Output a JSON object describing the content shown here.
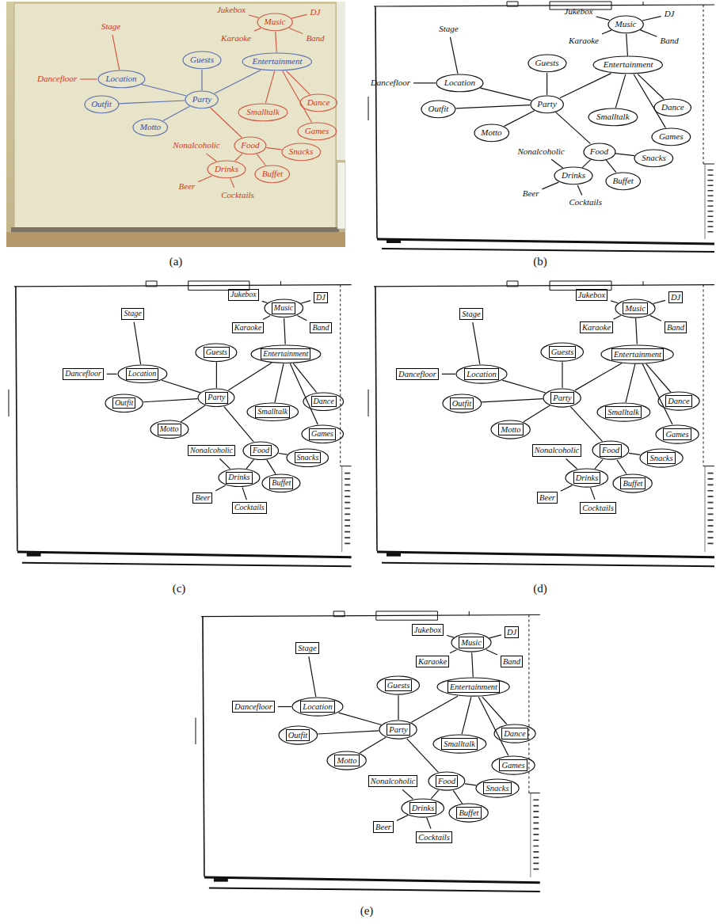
{
  "diagram": {
    "nodes": [
      {
        "text": [
          "(a)"
        ]
      },
      {
        "text": [
          "Jukebox"
        ],
        "in": 0
      },
      {
        "text": [
          "Music"
        ],
        "in": 0
      },
      {
        "text": [
          "DJ"
        ],
        "in": 0
      },
      {
        "text": [
          "Stage"
        ],
        "in": 0
      },
      {
        "text": [
          "Karaoke"
        ],
        "in": 0
      },
      {
        "text": [
          "Band"
        ],
        "in": 0
      },
      {
        "text": [
          "Guests"
        ],
        "in": 0
      },
      {
        "text": [
          "Entertainment"
        ],
        "in": 0
      },
      {
        "text": [
          "Dancefloor"
        ],
        "in": 0
      },
      {
        "text": [
          "Location"
        ],
        "in": 0
      },
      {
        "text": [
          "Outfit"
        ],
        "in": 0
      },
      {
        "text": [
          "Party"
        ],
        "in": 0
      },
      {
        "text": [
          "Dance"
        ],
        "in": 0
      },
      {
        "text": [
          "Smalltalk"
        ],
        "in": 0
      },
      {
        "text": [
          "Motto"
        ],
        "in": 0
      },
      {
        "text": [
          "Games"
        ],
        "in": 0
      },
      {
        "text": [
          "Nonalcoholic"
        ],
        "in": 0
      },
      {
        "text": [
          "Food"
        ],
        "in": 0
      },
      {
        "text": [
          "Snacks"
        ],
        "in": 0
      },
      {
        "text": [
          "Drinks"
        ],
        "in": 0
      },
      {
        "text": [
          "Buffet"
        ],
        "in": 0
      },
      {
        "text": [
          "Beer"
        ],
        "in": 0
      },
      {
        "text": [
          "Cocktails"
        ],
        "in": 0
      },
      {
        "text": [
          "(b)"
        ]
      },
      {
        "text": [
          "Jukebox"
        ],
        "in": 24
      },
      {
        "text": [
          "Music"
        ],
        "in": 24
      },
      {
        "text": [
          "DJ"
        ],
        "in": 24
      },
      {
        "text": [
          "Stage"
        ],
        "in": 24
      },
      {
        "text": [
          "Karaoke"
        ],
        "in": 24
      },
      {
        "text": [
          "Band"
        ],
        "in": 24
      },
      {
        "text": [
          "Guests"
        ],
        "in": 24
      },
      {
        "text": [
          "Entertainment"
        ],
        "in": 24
      },
      {
        "text": [
          "Dancefloor"
        ],
        "in": 24
      },
      {
        "text": [
          "Location"
        ],
        "in": 24
      },
      {
        "text": [
          "Outfit"
        ],
        "in": 24
      },
      {
        "text": [
          "Party"
        ],
        "in": 24
      },
      {
        "text": [
          "Dance"
        ],
        "in": 24
      },
      {
        "text": [
          "Smalltalk"
        ],
        "in": 24
      },
      {
        "text": [
          "Motto"
        ],
        "in": 24
      },
      {
        "text": [
          "Games"
        ],
        "in": 24
      },
      {
        "text": [
          "Nonalcoholic"
        ],
        "in": 24
      },
      {
        "text": [
          "Food"
        ],
        "in": 24
      },
      {
        "text": [
          "Snacks"
        ],
        "in": 24
      },
      {
        "text": [
          "Drinks"
        ],
        "in": 24
      },
      {
        "text": [
          "Buffet"
        ],
        "in": 24
      },
      {
        "text": [
          "Beer"
        ],
        "in": 24
      },
      {
        "text": [
          "Cocktails"
        ],
        "in": 24
      },
      {
        "text": [
          "(c)"
        ]
      },
      {
        "text": [
          "Jukebox"
        ],
        "in": 48
      },
      {
        "text": [
          "Music"
        ],
        "in": 48
      },
      {
        "text": [
          "DJ"
        ],
        "in": 48
      },
      {
        "text": [
          "Stage"
        ],
        "in": 48
      },
      {
        "text": [
          "Karaoke"
        ],
        "in": 48
      },
      {
        "text": [
          "Band"
        ],
        "in": 48
      },
      {
        "text": [
          "Guests"
        ],
        "in": 48
      },
      {
        "text": [
          "Entertainment"
        ],
        "in": 48
      },
      {
        "text": [
          "Dancefloor"
        ],
        "in": 48
      },
      {
        "text": [
          "Location"
        ],
        "in": 48
      },
      {
        "text": [
          "Outfit"
        ],
        "in": 48
      },
      {
        "text": [
          "Party"
        ],
        "in": 48
      },
      {
        "text": [
          "Dance"
        ],
        "in": 48
      },
      {
        "text": [
          "Smalltalk"
        ],
        "in": 48
      },
      {
        "text": [
          "Motto"
        ],
        "in": 48
      },
      {
        "text": [
          "Games"
        ],
        "in": 48
      },
      {
        "text": [
          "Nonalcoholic"
        ],
        "in": 48
      },
      {
        "text": [
          "Food"
        ],
        "in": 48
      },
      {
        "text": [
          "Snacks"
        ],
        "in": 48
      },
      {
        "text": [
          "Drinks"
        ],
        "in": 48
      },
      {
        "text": [
          "Buffet"
        ],
        "in": 48
      },
      {
        "text": [
          "Beer"
        ],
        "in": 48
      },
      {
        "text": [
          "Cocktails"
        ],
        "in": 48
      },
      {
        "text": [
          "(d)"
        ]
      },
      {
        "text": [
          "Jukebox"
        ],
        "in": 72
      },
      {
        "text": [
          "Music"
        ],
        "in": 72
      },
      {
        "text": [
          "DJ"
        ],
        "in": 72
      },
      {
        "text": [
          "Stage"
        ],
        "in": 72
      },
      {
        "text": [
          "Karaoke"
        ],
        "in": 72
      },
      {
        "text": [
          "Band"
        ],
        "in": 72
      },
      {
        "text": [
          "Guests"
        ],
        "in": 72
      },
      {
        "text": [
          "Entertainment"
        ],
        "in": 72
      },
      {
        "text": [
          "Dancefloor"
        ],
        "in": 72
      },
      {
        "text": [
          "Location"
        ],
        "in": 72
      },
      {
        "text": [
          "Outfit"
        ],
        "in": 72
      },
      {
        "text": [
          "Party"
        ],
        "in": 72
      },
      {
        "text": [
          "Dance"
        ],
        "in": 72
      },
      {
        "text": [
          "Smalltalk"
        ],
        "in": 72
      },
      {
        "text": [
          "Motto"
        ],
        "in": 72
      },
      {
        "text": [
          "Games"
        ],
        "in": 72
      },
      {
        "text": [
          "Nonalcoholic"
        ],
        "in": 72
      },
      {
        "text": [
          "Food"
        ],
        "in": 72
      },
      {
        "text": [
          "Snacks"
        ],
        "in": 72
      },
      {
        "text": [
          "Drinks"
        ],
        "in": 72
      },
      {
        "text": [
          "Buffet"
        ],
        "in": 72
      },
      {
        "text": [
          "Beer"
        ],
        "in": 72
      },
      {
        "text": [
          "Cocktails"
        ],
        "in": 72
      },
      {
        "text": [
          "(e)"
        ]
      },
      {
        "text": [
          "Jukebox"
        ],
        "in": 96
      },
      {
        "text": [
          "Music"
        ],
        "in": 96
      },
      {
        "text": [
          "DJ"
        ],
        "in": 96
      },
      {
        "text": [
          "Stage"
        ],
        "in": 96
      },
      {
        "text": [
          "Karaoke"
        ],
        "in": 96
      },
      {
        "text": [
          "Band"
        ],
        "in": 96
      },
      {
        "text": [
          "Guests"
        ],
        "in": 96
      },
      {
        "text": [
          "Entertainment"
        ],
        "in": 96
      },
      {
        "text": [
          "Dancefloor"
        ],
        "in": 96
      },
      {
        "text": [
          "Location"
        ],
        "in": 96
      },
      {
        "text": [
          "Outfit"
        ],
        "in": 96
      },
      {
        "text": [
          "Party"
        ],
        "in": 96
      },
      {
        "text": [
          "Dance"
        ],
        "in": 96
      },
      {
        "text": [
          "Smalltalk"
        ],
        "in": 96
      },
      {
        "text": [
          "Motto"
        ],
        "in": 96
      },
      {
        "text": [
          "Games"
        ],
        "in": 96
      },
      {
        "text": [
          "Nonalcoholic"
        ],
        "in": 96
      },
      {
        "text": [
          "Food"
        ],
        "in": 96
      },
      {
        "text": [
          "Snacks"
        ],
        "in": 96
      },
      {
        "text": [
          "Drinks"
        ],
        "in": 96
      },
      {
        "text": [
          "Buffet"
        ],
        "in": 96
      },
      {
        "text": [
          "Beer"
        ],
        "in": 96
      },
      {
        "text": [
          "Cocktails"
        ],
        "in": 96
      }
    ],
    "edges": [
      {
        "from": 12,
        "to": 7,
        "arrow": "none"
      },
      {
        "from": 12,
        "to": 10,
        "arrow": "none"
      },
      {
        "from": 12,
        "to": 11,
        "arrow": "none"
      },
      {
        "from": 12,
        "to": 15,
        "arrow": "none"
      },
      {
        "from": 12,
        "to": 8,
        "arrow": "none"
      },
      {
        "from": 12,
        "to": 18,
        "arrow": "none"
      },
      {
        "from": 10,
        "to": 4,
        "arrow": "none"
      },
      {
        "from": 10,
        "to": 9,
        "arrow": "none"
      },
      {
        "from": 8,
        "to": 2,
        "arrow": "none"
      },
      {
        "from": 2,
        "to": 1,
        "arrow": "none"
      },
      {
        "from": 2,
        "to": 3,
        "arrow": "none"
      },
      {
        "from": 2,
        "to": 5,
        "arrow": "none"
      },
      {
        "from": 2,
        "to": 6,
        "arrow": "none"
      },
      {
        "from": 8,
        "to": 14,
        "arrow": "none"
      },
      {
        "from": 8,
        "to": 13,
        "arrow": "none"
      },
      {
        "from": 8,
        "to": 16,
        "arrow": "none"
      },
      {
        "from": 18,
        "to": 20,
        "arrow": "none"
      },
      {
        "from": 18,
        "to": 19,
        "arrow": "none"
      },
      {
        "from": 18,
        "to": 21,
        "arrow": "none"
      },
      {
        "from": 20,
        "to": 17,
        "arrow": "none"
      },
      {
        "from": 20,
        "to": 22,
        "arrow": "none"
      },
      {
        "from": 20,
        "to": 23,
        "arrow": "none"
      },
      {
        "from": 36,
        "to": 31,
        "arrow": "none"
      },
      {
        "from": 36,
        "to": 34,
        "arrow": "none"
      },
      {
        "from": 36,
        "to": 35,
        "arrow": "none"
      },
      {
        "from": 36,
        "to": 39,
        "arrow": "none"
      },
      {
        "from": 36,
        "to": 32,
        "arrow": "none"
      },
      {
        "from": 36,
        "to": 42,
        "arrow": "none"
      },
      {
        "from": 34,
        "to": 28,
        "arrow": "none"
      },
      {
        "from": 34,
        "to": 33,
        "arrow": "none"
      },
      {
        "from": 32,
        "to": 26,
        "arrow": "none"
      },
      {
        "from": 26,
        "to": 25,
        "arrow": "none"
      },
      {
        "from": 26,
        "to": 27,
        "arrow": "none"
      },
      {
        "from": 26,
        "to": 29,
        "arrow": "none"
      },
      {
        "from": 26,
        "to": 30,
        "arrow": "none"
      },
      {
        "from": 32,
        "to": 38,
        "arrow": "none"
      },
      {
        "from": 32,
        "to": 37,
        "arrow": "none"
      },
      {
        "from": 32,
        "to": 40,
        "arrow": "none"
      },
      {
        "from": 42,
        "to": 44,
        "arrow": "none"
      },
      {
        "from": 42,
        "to": 43,
        "arrow": "none"
      },
      {
        "from": 42,
        "to": 45,
        "arrow": "none"
      },
      {
        "from": 44,
        "to": 41,
        "arrow": "none"
      },
      {
        "from": 44,
        "to": 46,
        "arrow": "none"
      },
      {
        "from": 44,
        "to": 47,
        "arrow": "none"
      },
      {
        "from": 60,
        "to": 55,
        "arrow": "none"
      },
      {
        "from": 60,
        "to": 58,
        "arrow": "none"
      },
      {
        "from": 60,
        "to": 59,
        "arrow": "none"
      },
      {
        "from": 60,
        "to": 63,
        "arrow": "none"
      },
      {
        "from": 60,
        "to": 56,
        "arrow": "none"
      },
      {
        "from": 60,
        "to": 66,
        "arrow": "none"
      },
      {
        "from": 58,
        "to": 52,
        "arrow": "none"
      },
      {
        "from": 58,
        "to": 57,
        "arrow": "none"
      },
      {
        "from": 56,
        "to": 50,
        "arrow": "none"
      },
      {
        "from": 50,
        "to": 49,
        "arrow": "none"
      },
      {
        "from": 50,
        "to": 51,
        "arrow": "none"
      },
      {
        "from": 50,
        "to": 53,
        "arrow": "none"
      },
      {
        "from": 50,
        "to": 54,
        "arrow": "none"
      },
      {
        "from": 56,
        "to": 62,
        "arrow": "none"
      },
      {
        "from": 56,
        "to": 61,
        "arrow": "none"
      },
      {
        "from": 56,
        "to": 64,
        "arrow": "none"
      },
      {
        "from": 66,
        "to": 68,
        "arrow": "none"
      },
      {
        "from": 66,
        "to": 67,
        "arrow": "none"
      },
      {
        "from": 66,
        "to": 69,
        "arrow": "none"
      },
      {
        "from": 68,
        "to": 65,
        "arrow": "none"
      },
      {
        "from": 68,
        "to": 70,
        "arrow": "none"
      },
      {
        "from": 68,
        "to": 71,
        "arrow": "none"
      },
      {
        "from": 84,
        "to": 79,
        "arrow": "none"
      },
      {
        "from": 84,
        "to": 82,
        "arrow": "none"
      },
      {
        "from": 84,
        "to": 83,
        "arrow": "none"
      },
      {
        "from": 84,
        "to": 87,
        "arrow": "none"
      },
      {
        "from": 84,
        "to": 80,
        "arrow": "none"
      },
      {
        "from": 84,
        "to": 90,
        "arrow": "none"
      },
      {
        "from": 82,
        "to": 76,
        "arrow": "none"
      },
      {
        "from": 82,
        "to": 81,
        "arrow": "none"
      },
      {
        "from": 80,
        "to": 74,
        "arrow": "none"
      },
      {
        "from": 74,
        "to": 73,
        "arrow": "none"
      },
      {
        "from": 74,
        "to": 75,
        "arrow": "none"
      },
      {
        "from": 74,
        "to": 77,
        "arrow": "none"
      },
      {
        "from": 74,
        "to": 78,
        "arrow": "none"
      },
      {
        "from": 80,
        "to": 86,
        "arrow": "none"
      },
      {
        "from": 80,
        "to": 85,
        "arrow": "none"
      },
      {
        "from": 80,
        "to": 88,
        "arrow": "none"
      },
      {
        "from": 90,
        "to": 92,
        "arrow": "none"
      },
      {
        "from": 90,
        "to": 91,
        "arrow": "none"
      },
      {
        "from": 90,
        "to": 93,
        "arrow": "none"
      },
      {
        "from": 92,
        "to": 89,
        "arrow": "none"
      },
      {
        "from": 92,
        "to": 94,
        "arrow": "none"
      },
      {
        "from": 92,
        "to": 95,
        "arrow": "none"
      },
      {
        "from": 108,
        "to": 103,
        "arrow": "none"
      },
      {
        "from": 108,
        "to": 106,
        "arrow": "none"
      },
      {
        "from": 108,
        "to": 107,
        "arrow": "none"
      },
      {
        "from": 108,
        "to": 111,
        "arrow": "none"
      },
      {
        "from": 108,
        "to": 104,
        "arrow": "none"
      },
      {
        "from": 108,
        "to": 114,
        "arrow": "none"
      },
      {
        "from": 106,
        "to": 100,
        "arrow": "none"
      },
      {
        "from": 106,
        "to": 105,
        "arrow": "none"
      },
      {
        "from": 104,
        "to": 98,
        "arrow": "none"
      },
      {
        "from": 98,
        "to": 97,
        "arrow": "none"
      },
      {
        "from": 98,
        "to": 99,
        "arrow": "none"
      },
      {
        "from": 98,
        "to": 101,
        "arrow": "none"
      },
      {
        "from": 98,
        "to": 102,
        "arrow": "none"
      },
      {
        "from": 104,
        "to": 110,
        "arrow": "none"
      },
      {
        "from": 104,
        "to": 109,
        "arrow": "none"
      },
      {
        "from": 104,
        "to": 112,
        "arrow": "none"
      },
      {
        "from": 114,
        "to": 116,
        "arrow": "none"
      },
      {
        "from": 114,
        "to": 115,
        "arrow": "none"
      },
      {
        "from": 114,
        "to": 117,
        "arrow": "none"
      },
      {
        "from": 116,
        "to": 113,
        "arrow": "none"
      },
      {
        "from": 116,
        "to": 118,
        "arrow": "none"
      },
      {
        "from": 116,
        "to": 119,
        "arrow": "none"
      }
    ]
  }
}
